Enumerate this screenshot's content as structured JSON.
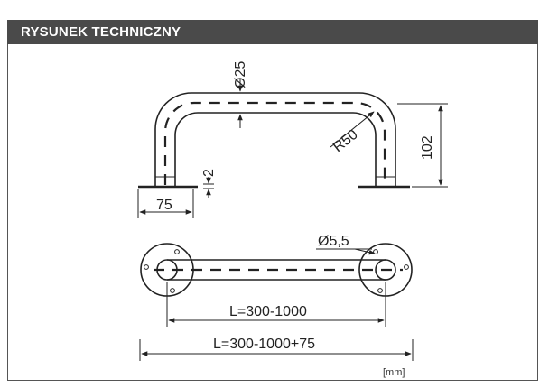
{
  "header": {
    "title": "RYSUNEK TECHNICZNY"
  },
  "dimensions": {
    "tube_diameter": "Ø25",
    "bend_radius": "R50",
    "height": "102",
    "thickness": "2",
    "base_width": "75",
    "hole_diameter": "Ø5,5",
    "length": "L=300-1000",
    "total_length": "L=300-1000+75"
  },
  "unit_label": "[mm]",
  "colors": {
    "header_bg": "#4a4a4a",
    "header_text": "#ffffff",
    "line": "#222222"
  }
}
